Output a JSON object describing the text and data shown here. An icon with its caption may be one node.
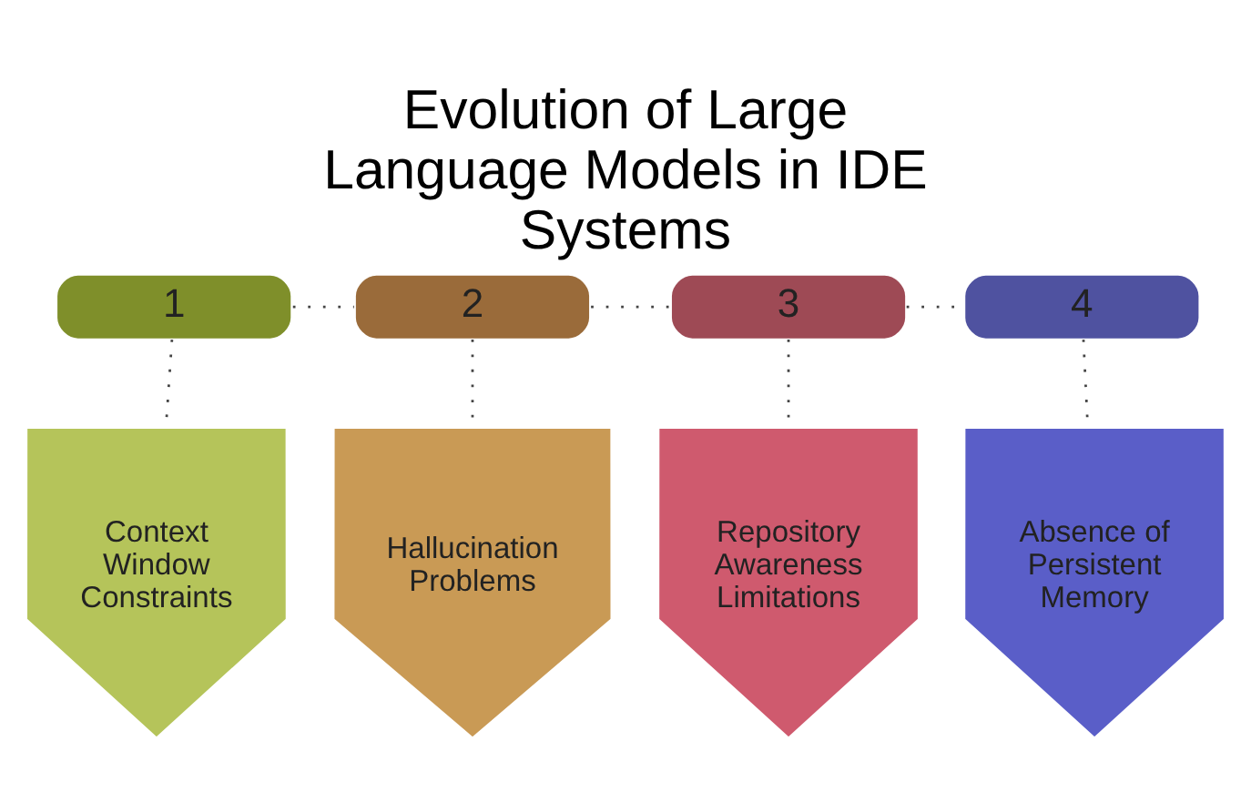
{
  "diagram": {
    "title": "Evolution of Large Language Models in IDE Systems",
    "nodes": [
      {
        "text": [
          "1"
        ]
      },
      {
        "text": [
          "2"
        ]
      },
      {
        "text": [
          "3"
        ]
      },
      {
        "text": [
          "4"
        ]
      },
      {
        "text": [
          "Context Window Constraints"
        ]
      },
      {
        "text": [
          "Hallucination Problems"
        ]
      },
      {
        "text": [
          "Repository Awareness Limitations"
        ]
      },
      {
        "text": [
          "Absence of Persistent Memory"
        ]
      }
    ],
    "edges": [
      {
        "from": 0,
        "to": 1,
        "arrow": "none",
        "style": "dashed"
      },
      {
        "from": 1,
        "to": 2,
        "arrow": "none",
        "style": "dashed"
      },
      {
        "from": 2,
        "to": 3,
        "arrow": "none",
        "style": "dashed"
      },
      {
        "from": 0,
        "to": 4,
        "arrow": "none",
        "style": "dashed"
      },
      {
        "from": 1,
        "to": 5,
        "arrow": "none",
        "style": "dashed"
      },
      {
        "from": 2,
        "to": 6,
        "arrow": "none",
        "style": "dashed"
      },
      {
        "from": 3,
        "to": 7,
        "arrow": "none",
        "style": "dashed"
      }
    ]
  }
}
